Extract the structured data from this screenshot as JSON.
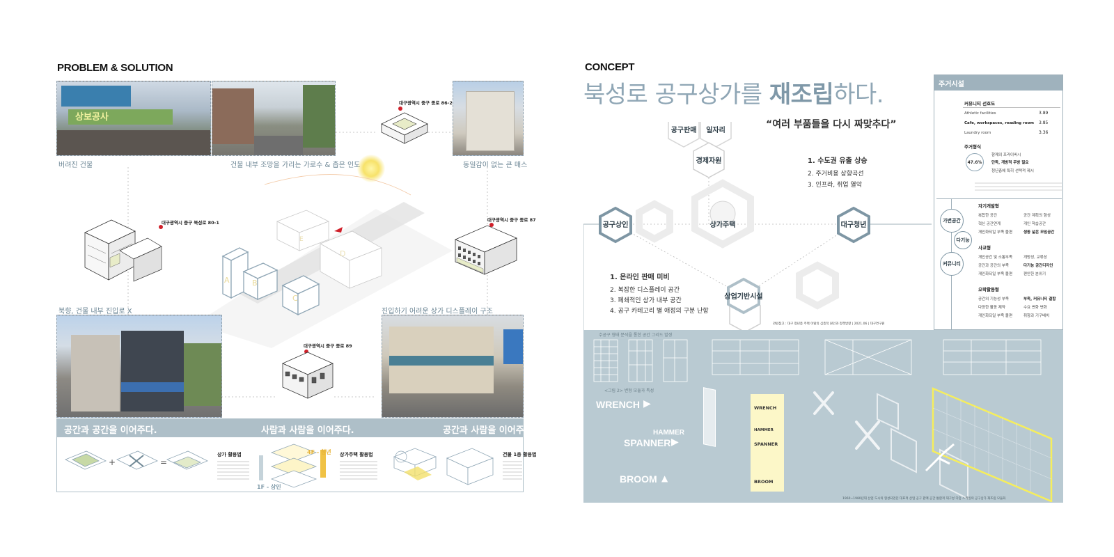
{
  "left": {
    "title": "PROBLEM & SOLUTION",
    "captions": {
      "abandoned": "버려진 건물",
      "street_view": "건물 내부 조망을 가리는 가로수 & 좁은 인도",
      "mass": "동일감이 없는 큰 매스",
      "entrance": "북향, 건물 내부 진입로 X",
      "display": "진입하기 어려운 상가 디스플레이 구조"
    },
    "addresses": {
      "a1": "대구광역시 중구 종로 86-2",
      "a2": "대구광역시 중구 북성로 80-1",
      "a3": "대구광역시 중구 종로 87",
      "a4": "대구광역시 중구 종로 89"
    },
    "sign_text": "상보공사",
    "block_labels": [
      "A",
      "B",
      "C",
      "D",
      "E"
    ],
    "band": {
      "t1": "공간과 공간을 이어주다.",
      "t2": "사람과 사람을 이어주다.",
      "t3": "공간과 사람을 이어주다."
    },
    "solutions": {
      "s1_title": "상가 활용법",
      "s2_title": "상가주택 활용법",
      "s3_title": "건물 1층 활용법",
      "floor_4f": "4F - 청년",
      "floor_1f": "1F - 상인"
    }
  },
  "right": {
    "title": "CONCEPT",
    "headline_pre": "북성로 공구상가를 ",
    "headline_bold": "재조립",
    "headline_post": "하다.",
    "quote": "“여러 부품들을 다시 짜맞추다”",
    "hexes": {
      "tool_sale": "공구판매",
      "jobs": "일자리",
      "economy": "경제자원",
      "merchant": "공구상인",
      "housing": "상가주택",
      "youth": "대구청년",
      "facility": "상업기반시설"
    },
    "issues_top": [
      "1. 수도권 유출 상승",
      "2. 주거비용 상향곡선",
      "3. 인프라, 취업 열악"
    ],
    "issues_bottom": [
      "1. 온라인 판매 미비",
      "2. 복잡한 디스플레이 공간",
      "3. 폐쇄적인 상가 내부 공간",
      "4. 공구 카테고리 별 애정의 구분 난항"
    ],
    "source_note": "관련참고 : 대구 청년층 주택 이탈의 심층적 원인과 정책방향 | 2021.06 | 대구연구원",
    "panel": {
      "header": "주거시설",
      "community_title": "커뮤니티 선호도",
      "rows": [
        {
          "label": "Athletic facilities",
          "value": "3.89"
        },
        {
          "label": "Cafe, workspaces, reading room",
          "value": "3.85"
        },
        {
          "label": "Laundry room",
          "value": "3.36"
        }
      ],
      "housing_type_title": "주거형식",
      "percent": "47.6%",
      "housing_notes": [
        "함께의 프라이버시",
        "단독, 개방적 주방 필요",
        "청년층에 특히 선택적 제시"
      ],
      "tags": [
        "가변공간",
        "다기능",
        "커뮤니티"
      ],
      "sections": [
        {
          "title": "자기개발형",
          "items": [
            "복합한 공간",
            "혁신 공간연계",
            "개인화되일 부족 불편"
          ],
          "right": [
            "공간 계획의 형성",
            "개인 학습공간",
            "생동 넓은 모임공간"
          ]
        },
        {
          "title": "사교형",
          "items": [
            "개인공간 및 소통부족",
            "공간과 공간의 부족",
            "개인화되일 부족 불편"
          ],
          "right": [
            "개방성, 교류성",
            "다기능 공간디자인",
            "편안한 분위기"
          ]
        },
        {
          "title": "오락활동형",
          "items": [
            "공간의 기능성 부족",
            "다양한 활동 제약",
            "개인화되일 부족 불편"
          ],
          "right": [
            "부족, 커뮤니티 결합",
            "수요 변화 변화",
            "취향과 기구배치"
          ]
        }
      ]
    },
    "tools": {
      "wrench": "WRENCH",
      "hammer": "HAMMER",
      "spanner": "SPANNER",
      "broom": "BROOM",
      "y_wrench": "WRENCH",
      "y_hammer": "HAMMER",
      "y_spanner": "SPANNER",
      "y_broom": "BROOM"
    },
    "grid_caption_top": "수공구 형태 분석을 통한 공간 그리드 발생",
    "grid_caption_mid": "<그림 2> 변형 모듈과 특성",
    "footer_note": "1960~1980년대 산업 도시의 형성되었던 대표적 상업 공구 판매 공간 통합적 재구성 다중 스케일의 공구상가 재조립 모듈화"
  }
}
